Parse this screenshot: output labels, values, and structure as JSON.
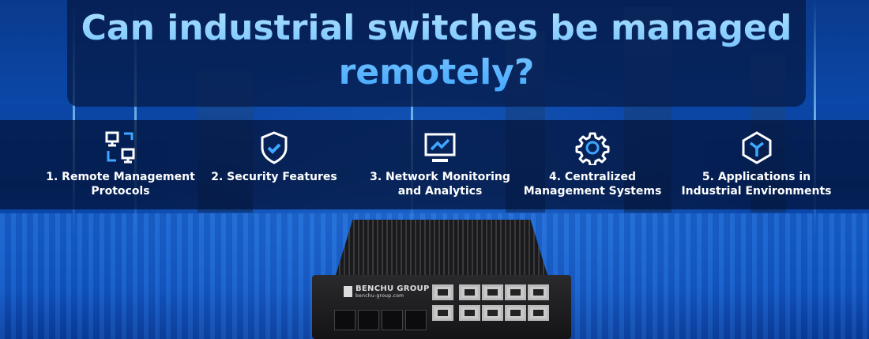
{
  "title": "Can industrial switches be managed remotely?",
  "features": [
    {
      "icon": "computers-transfer-icon",
      "label_1": "1. Remote Management",
      "label_2": "Protocols"
    },
    {
      "icon": "shield-check-icon",
      "label_1": "2. Security Features",
      "label_2": ""
    },
    {
      "icon": "monitor-chart-icon",
      "label_1": "3. Network Monitoring",
      "label_2": "and Analytics"
    },
    {
      "icon": "gear-icon",
      "label_1": "4. Centralized",
      "label_2": "Management Systems"
    },
    {
      "icon": "hexagon-cube-icon",
      "label_1": "5. Applications in",
      "label_2": "Industrial Environments"
    }
  ],
  "product": {
    "brand": "BENCHU GROUP",
    "website": "benchu-group.com"
  },
  "colors": {
    "accent": "#3fa6ff",
    "title": "#6cc4ff",
    "band": "#03123a"
  }
}
